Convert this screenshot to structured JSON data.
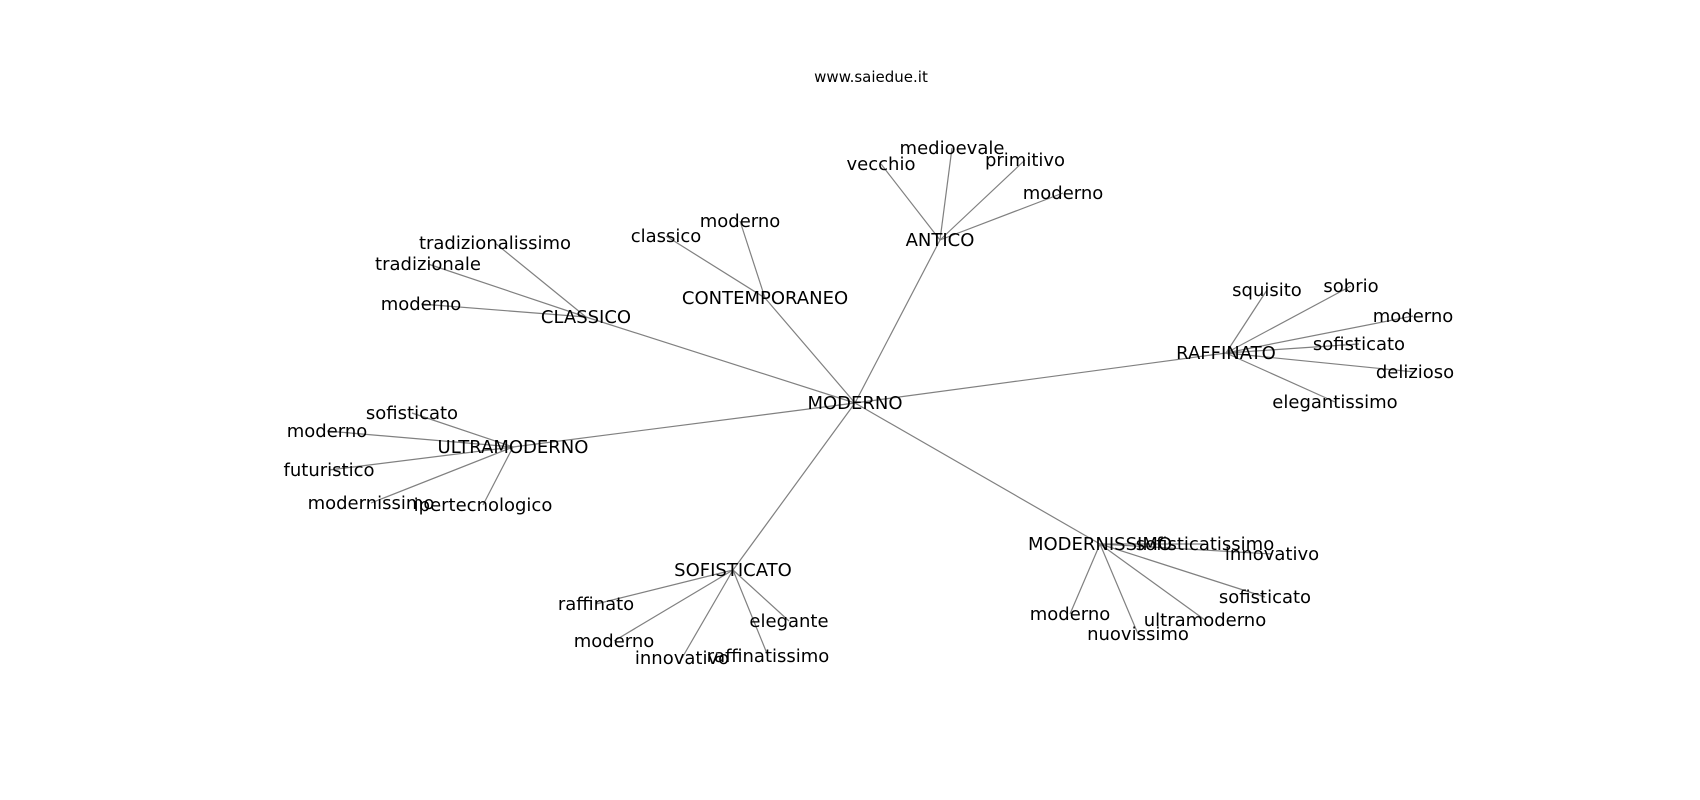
{
  "site": "www.saiedue.it",
  "root": "MODERNO",
  "groups": [
    {
      "label": "ANTICO",
      "children": [
        "vecchio",
        "medioevale",
        "primitivo",
        "moderno"
      ]
    },
    {
      "label": "CONTEMPORANEO",
      "children": [
        "classico",
        "moderno"
      ]
    },
    {
      "label": "CLASSICO",
      "children": [
        "tradizionalissimo",
        "tradizionale",
        "moderno"
      ]
    },
    {
      "label": "RAFFINATO",
      "children": [
        "squisito",
        "sobrio",
        "moderno",
        "sofisticato",
        "delizioso",
        "elegantissimo"
      ]
    },
    {
      "label": "ULTRAMODERNO",
      "children": [
        "sofisticato",
        "moderno",
        "futuristico",
        "modernissimo",
        "ipertecnologico"
      ]
    },
    {
      "label": "SOFISTICATO",
      "children": [
        "raffinato",
        "moderno",
        "innovativo",
        "raffinatissimo",
        "elegante"
      ]
    },
    {
      "label": "MODERNISSIMO",
      "children": [
        "sofisticatissimo",
        "innovativo",
        "sofisticato",
        "ultramoderno",
        "nuovissimo",
        "moderno"
      ]
    }
  ]
}
